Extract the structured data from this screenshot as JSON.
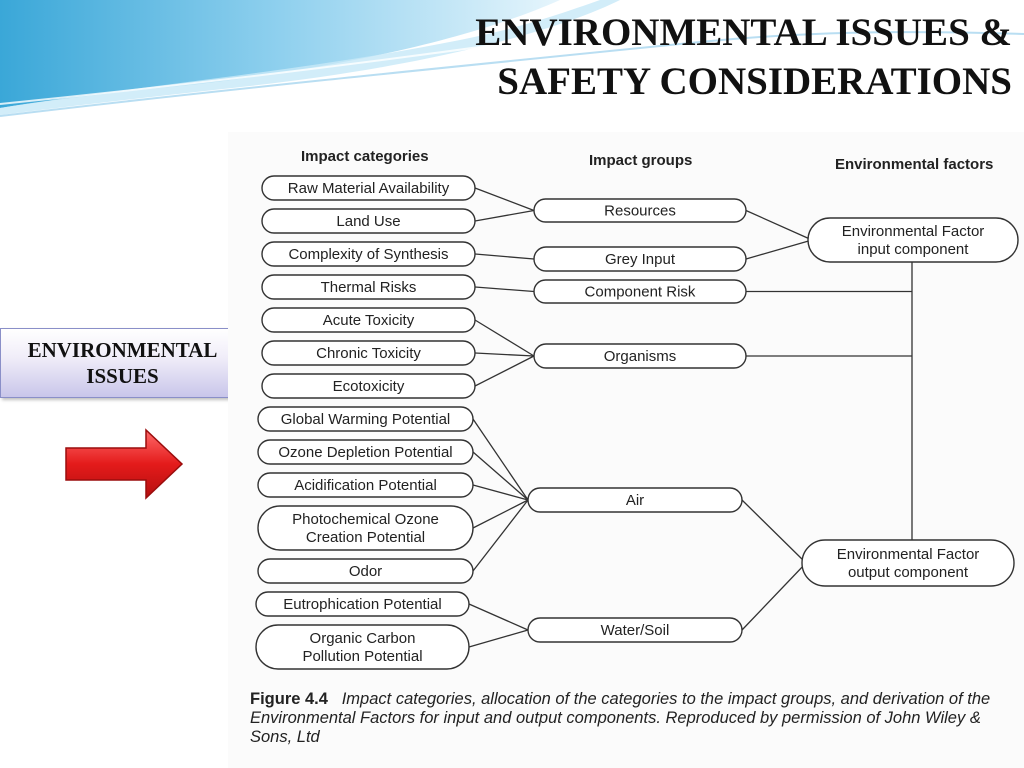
{
  "slide": {
    "title_line1": "ENVIRONMENTAL ISSUES &",
    "title_line2": "SAFETY CONSIDERATIONS",
    "side_label_line1": "ENVIRONMENTAL",
    "side_label_line2": "ISSUES",
    "arrow_icon": "red-right-arrow-icon",
    "accent_colors": {
      "wave": "#3aa7d8",
      "arrow": "#e41b1b",
      "label_bg": "#d6d3ef"
    }
  },
  "diagram": {
    "headers": {
      "categories": "Impact categories",
      "groups": "Impact groups",
      "factors": "Environmental factors"
    },
    "categories": [
      {
        "id": "raw",
        "lines": [
          "Raw Material Availability"
        ]
      },
      {
        "id": "land",
        "lines": [
          "Land Use"
        ]
      },
      {
        "id": "complex",
        "lines": [
          "Complexity of Synthesis"
        ]
      },
      {
        "id": "thermal",
        "lines": [
          "Thermal Risks"
        ]
      },
      {
        "id": "acute",
        "lines": [
          "Acute Toxicity"
        ]
      },
      {
        "id": "chronic",
        "lines": [
          "Chronic Toxicity"
        ]
      },
      {
        "id": "ecotox",
        "lines": [
          "Ecotoxicity"
        ]
      },
      {
        "id": "gwp",
        "lines": [
          "Global Warming Potential"
        ]
      },
      {
        "id": "odp",
        "lines": [
          "Ozone Depletion Potential"
        ]
      },
      {
        "id": "acid",
        "lines": [
          "Acidification Potential"
        ]
      },
      {
        "id": "photo",
        "lines": [
          "Photochemical Ozone",
          "Creation Potential"
        ]
      },
      {
        "id": "odor",
        "lines": [
          "Odor"
        ]
      },
      {
        "id": "eutro",
        "lines": [
          "Eutrophication Potential"
        ]
      },
      {
        "id": "organic",
        "lines": [
          "Organic Carbon",
          "Pollution Potential"
        ]
      }
    ],
    "groups": [
      {
        "id": "resources",
        "label": "Resources"
      },
      {
        "id": "grey",
        "label": "Grey Input"
      },
      {
        "id": "component",
        "label": "Component Risk"
      },
      {
        "id": "organisms",
        "label": "Organisms"
      },
      {
        "id": "air",
        "label": "Air"
      },
      {
        "id": "water",
        "label": "Water/Soil"
      }
    ],
    "factors": [
      {
        "id": "input",
        "lines": [
          "Environmental Factor",
          "input component"
        ]
      },
      {
        "id": "output",
        "lines": [
          "Environmental Factor",
          "output component"
        ]
      }
    ],
    "category_links": [
      [
        "raw",
        "resources"
      ],
      [
        "land",
        "resources"
      ],
      [
        "complex",
        "grey"
      ],
      [
        "thermal",
        "component"
      ],
      [
        "acute",
        "organisms"
      ],
      [
        "chronic",
        "organisms"
      ],
      [
        "ecotox",
        "organisms"
      ],
      [
        "gwp",
        "air"
      ],
      [
        "odp",
        "air"
      ],
      [
        "acid",
        "air"
      ],
      [
        "photo",
        "air"
      ],
      [
        "odor",
        "air"
      ],
      [
        "eutro",
        "water"
      ],
      [
        "organic",
        "water"
      ]
    ],
    "group_links": [
      [
        "resources",
        "input"
      ],
      [
        "grey",
        "input"
      ],
      [
        "component",
        "vertical"
      ],
      [
        "organisms",
        "vertical"
      ],
      [
        "air",
        "output"
      ],
      [
        "water",
        "output"
      ]
    ]
  },
  "caption": {
    "label": "Figure 4.4",
    "text": "Impact categories, allocation of the categories to the impact groups, and derivation of the Environmental Factors for input and output components. Reproduced by permission of John Wiley & Sons, Ltd"
  }
}
